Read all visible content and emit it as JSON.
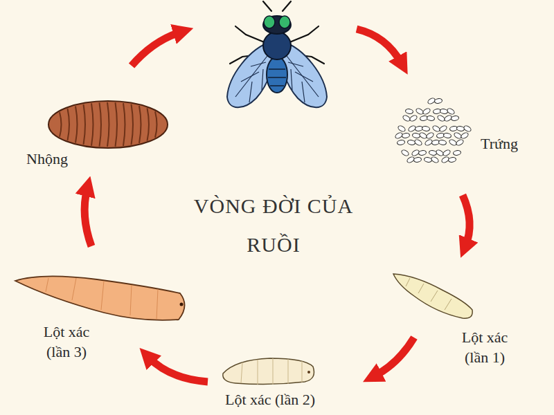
{
  "diagram": {
    "title": "VÒNG ĐỜI CỦA RUỒI",
    "labels": [
      "Trứng",
      "Lột xác (lần 1)",
      "Lột xác (lần 2)",
      "Lột xác (lần 3)",
      "Nhộng"
    ]
  }
}
